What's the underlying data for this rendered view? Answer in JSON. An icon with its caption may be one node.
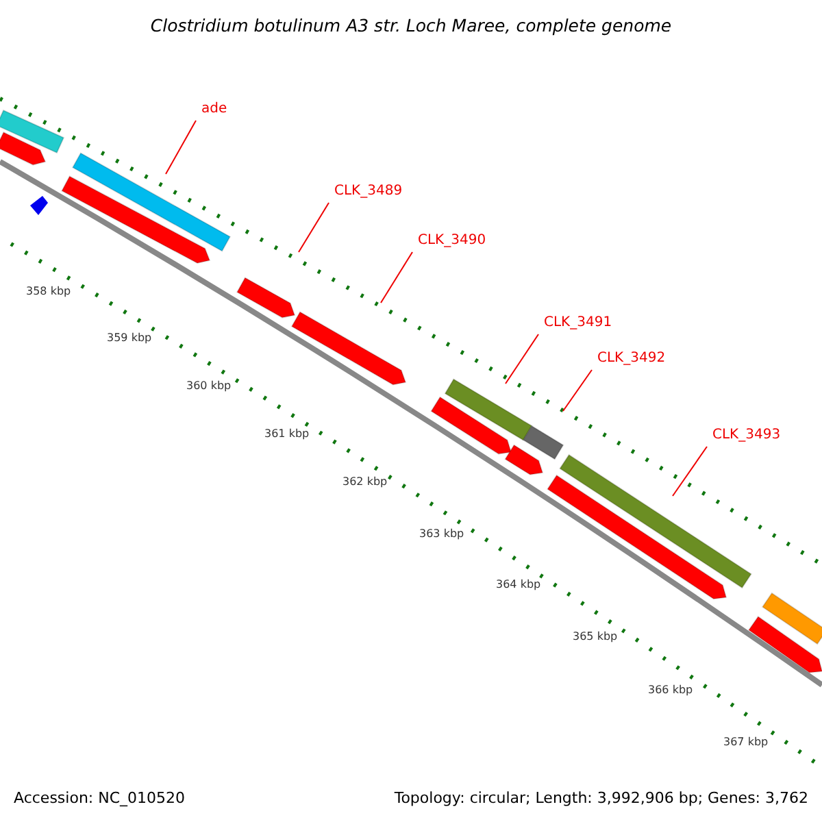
{
  "diagram": {
    "title": "Clostridium botulinum A3 str. Loch Maree, complete genome",
    "nodes": [
      {
        "text": [
          "ade"
        ]
      },
      {
        "text": [
          "CLK_3489"
        ]
      },
      {
        "text": [
          "CLK_3490"
        ]
      },
      {
        "text": [
          "CLK_3491"
        ]
      },
      {
        "text": [
          "CLK_3492"
        ]
      },
      {
        "text": [
          "CLK_3493"
        ]
      }
    ],
    "edges": [
      {
        "from": 0,
        "to": null,
        "arrow": "none"
      },
      {
        "from": 1,
        "to": null,
        "arrow": "none"
      },
      {
        "from": 2,
        "to": null,
        "arrow": "none"
      },
      {
        "from": 3,
        "to": null,
        "arrow": "none"
      },
      {
        "from": 4,
        "to": null,
        "arrow": "none"
      },
      {
        "from": 5,
        "to": null,
        "arrow": "none"
      }
    ],
    "labels": [
      "358 kbp",
      "359 kbp",
      "360 kbp",
      "361 kbp",
      "362 kbp",
      "363 kbp",
      "364 kbp",
      "365 kbp",
      "366 kbp",
      "367 kbp",
      "Accession: NC_010520",
      "Topology: circular; Length: 3,992,906 bp; Genes: 3,762"
    ]
  }
}
